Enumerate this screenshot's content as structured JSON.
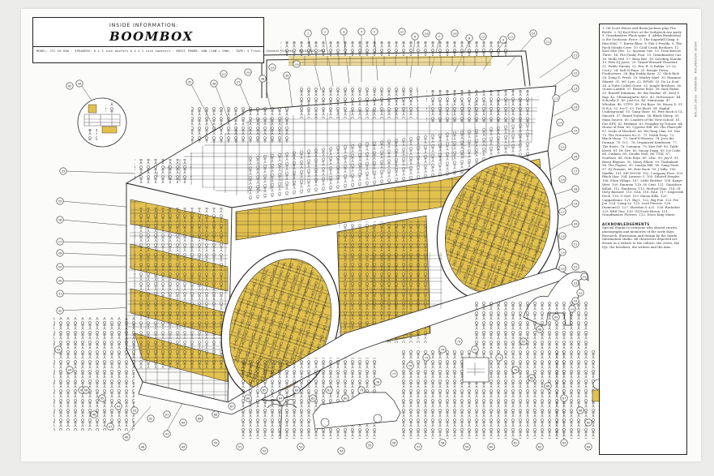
{
  "poster": {
    "title_small": "INSIDE INFORMATION:",
    "title_big": "BOOMBOX",
    "specs": "MODEL: JTC SO 600  ·  SPEAKERS: 6 x 3 inch woofers & 4 x 2 inch tweeters  ·  MUSIC POWER: 40W (20W + 20W)  ·  TAPE: 4 Track 2 Channel Stereo  ·  RELEASED: 1981",
    "legend_text": "1. Gil Scott Heron and Brian Jackson play The Bottle  2. DJ Kool Herc at the Sedgwick Ave party  3. Grandmaster Flash spins  4. Afrika Bambaataa & the Soulsonic Force  5. The Sugarhill Gang  6. Run-DMC  7. Kurtis Blow  8. Fab 5 Freddy  9. The Rock Steady Crew  10. Cold Crush Brothers  11. Kool Moe Dee  12. Spoonie Gee  13. Treacherous Three  14. The Funky Four  15. Grandmaster Caz  16. Melle Mel  17. Busy Bee  18. Lovebug Starski  19. Pete DJ Jones  20. Grand Wizzard Theodore  21. Public Enemy  22. Eric B. & Rakim  23. LL Cool J  24. Salt-N-Pepa  25. Boogie Down Productions  26. Big Daddy Kane  27. Slick Rick  28. Doug E. Fresh  29. Marley Marl  30. Roxanne Shanté  31. MC Lyte  32. EPMD  33. De La Soul  34. A Tribe Called Quest  35. Jungle Brothers  36. Queen Latifah  37. Beastie Boys  38. Rick Rubin  39. Russell Simmons  40. Biz Markie  41. Kool G Rap  42. Ultramagnetic MCs  43. Stetsasonic  44. Schoolly D  45. Just-Ice  46. Mantronix  47. Whodini  48. UTFO  49. Fat Boys  50. Heavy D  51. N.W.A  52. Ice-T  53. Too $hort  54. Digital Underground  55. Gang Starr  56. Pete Rock & CL Smooth  57. Brand Nubian  58. Black Sheep  59. Main Source  60. Leaders of the New School  61. Das EFX  62. Redman  63. Naughty by Nature  64. House of Pain  65. Cypress Hill  66. The Pharcyde  67. Souls of Mischief  68. Wu-Tang Clan  69. Nas  70. The Notorious B.I.G.  71. Mobb Deep  72. Black Moon  73. Smif-N-Wessun  74. Jeru the Damaja  75. O.C.  76. Organized Konfusion  77. The Roots  78. Common  79. Mos Def  80. Talib Kweli  81. Dr. Dre  82. Snoop Dogg  83. Ice Cube  84. Outkast  85. Goodie Mob  86. UGK  87. Scarface  88. Geto Boys  89. 2Pac  90. Jay-Z  91. Busta Rhymes  92. Missy Elliott  93. Timbaland  94. The Fugees  95. Lauryn Hill  96. Gang Starr  97. DJ Premier  98. Pete Rock  99. J Dilla  100. Madlib  101. MF DOOM  102. Company Flow  103. Black Star  104. Jurassic 5  105. Dilated Peoples  106. Slum Village  107. Little Brother  108. Kanye West  109. Eminem  110. 50 Cent  111. Ghostface Killah  112. Raekwon  113. Method Man  114. Ol' Dirty Bastard  115. GZA  116. RZA  117. Inspectah Deck  118. U-God  119. Masta Killa  120. Cappadonna  121. Big L  122. Big Pun  123. Fat Joe  124. Camp Lo  125. Lord Finesse  126. Diamond D  127. Showbiz & A.G.  128. Buckshot  129. KRS-One  130. Gil Scott-Heron  131. Grandmaster Flowers  132. Disco King Mario",
    "acknowledgements_heading": "ACKNOWLEDGEMENTS",
    "acknowledgements_text": "Special thanks to everyone who shared stories, photographs and memories of the early days. Research, illustration and design by the Inside Information studio. All characters depicted are drawn as a tribute to the culture, the crews, the DJs, the breakers, the writers and the fans.",
    "side_credit": "INSIDE INFORMATION · BOOMBOX · PRINT EDITION"
  },
  "colors": {
    "paper": "#fbfbf9",
    "ink": "#2a2a2a",
    "accent": "#e2c14e",
    "wall": "#ececea"
  },
  "callouts": [
    "1",
    "2",
    "3",
    "4",
    "5",
    "6",
    "7",
    "8",
    "9",
    "10",
    "11",
    "12",
    "13",
    "14",
    "15",
    "16",
    "17",
    "18",
    "19",
    "20",
    "21",
    "22",
    "23",
    "24",
    "25",
    "26",
    "27",
    "28",
    "29",
    "30",
    "31",
    "32",
    "33",
    "34",
    "35",
    "36",
    "37",
    "38",
    "39",
    "40",
    "41",
    "42",
    "43",
    "44",
    "45",
    "46",
    "47",
    "48",
    "49",
    "50",
    "51",
    "52",
    "53",
    "54",
    "55",
    "56",
    "57",
    "58",
    "59",
    "60",
    "61",
    "62",
    "63",
    "64",
    "65",
    "66",
    "67",
    "68",
    "69",
    "70",
    "71",
    "72",
    "73",
    "74",
    "75",
    "76",
    "77",
    "78",
    "79",
    "80",
    "81",
    "82",
    "83",
    "84",
    "85",
    "86",
    "87",
    "88",
    "89",
    "90",
    "91",
    "92",
    "93",
    "94",
    "95",
    "96",
    "97",
    "98",
    "99",
    "100",
    "101",
    "102",
    "103",
    "104",
    "105",
    "106",
    "107",
    "108",
    "109",
    "110",
    "111",
    "112",
    "113",
    "114",
    "115",
    "116",
    "117",
    "118",
    "119",
    "120"
  ]
}
